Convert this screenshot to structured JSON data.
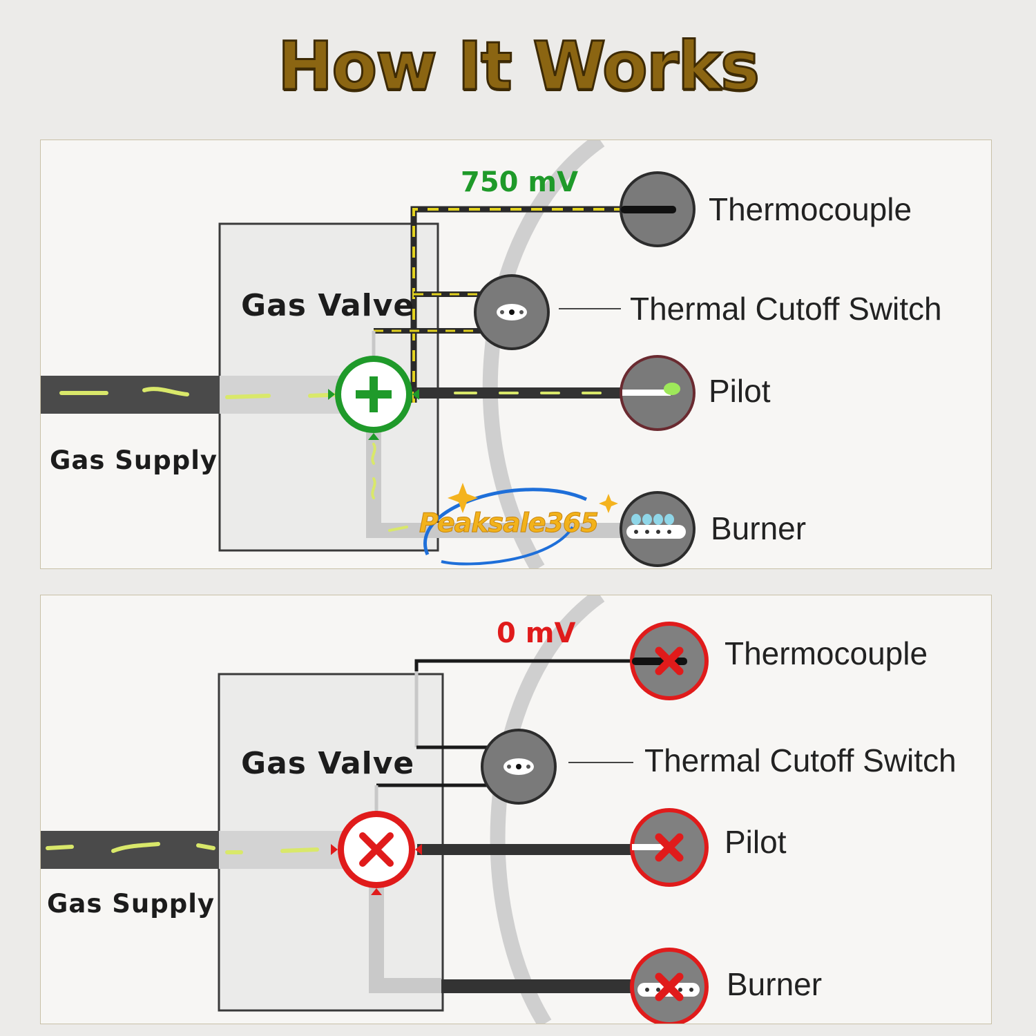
{
  "title": "How It Works",
  "watermark": "Peaksale365",
  "colors": {
    "ok": "#1f9a2a",
    "fail": "#e01b1b",
    "gas_flow": "#d9e86a",
    "title": "#8b6512"
  },
  "panels": [
    {
      "state": "working",
      "voltage": "750 mV",
      "gas_valve_label": "Gas Valve",
      "gas_supply_label": "Gas Supply",
      "valve_icon": "plus-icon",
      "components": {
        "thermocouple": "Thermocouple",
        "thermal_cutoff_switch": "Thermal Cutoff Switch",
        "pilot": "Pilot",
        "burner": "Burner"
      }
    },
    {
      "state": "failed",
      "voltage": "0 mV",
      "gas_valve_label": "Gas Valve",
      "gas_supply_label": "Gas Supply",
      "valve_icon": "x-icon",
      "components": {
        "thermocouple": "Thermocouple",
        "thermal_cutoff_switch": "Thermal Cutoff Switch",
        "pilot": "Pilot",
        "burner": "Burner"
      }
    }
  ]
}
